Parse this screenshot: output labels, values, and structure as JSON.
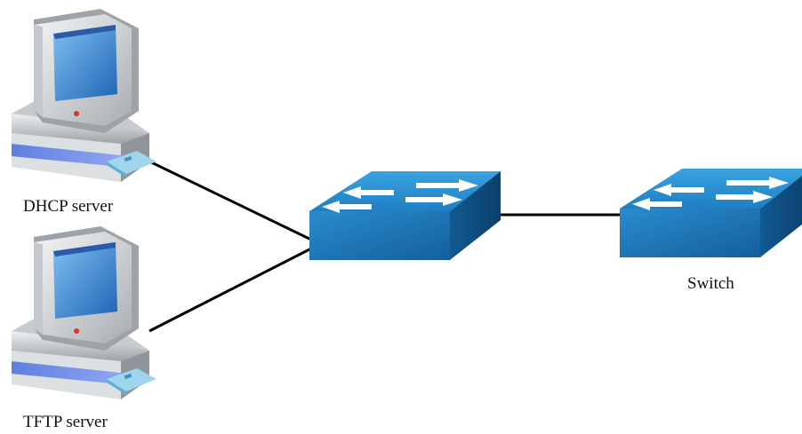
{
  "nodes": {
    "dhcp_server": {
      "label": "DHCP server",
      "icon": "computer-icon"
    },
    "tftp_server": {
      "label": "TFTP server",
      "icon": "computer-icon"
    },
    "central_switch": {
      "label": "",
      "icon": "switch-icon"
    },
    "switch": {
      "label": "Switch",
      "icon": "switch-icon"
    }
  },
  "links": [
    {
      "from": "dhcp_server",
      "to": "central_switch"
    },
    {
      "from": "tftp_server",
      "to": "central_switch"
    },
    {
      "from": "central_switch",
      "to": "switch"
    }
  ],
  "colors": {
    "switch_top": "#2a8fd0",
    "switch_front": "#1b6fae",
    "switch_side": "#0f4f83",
    "monitor_body": "#d9dcdf",
    "screen": "#3d8fd9",
    "link": "#000000"
  }
}
